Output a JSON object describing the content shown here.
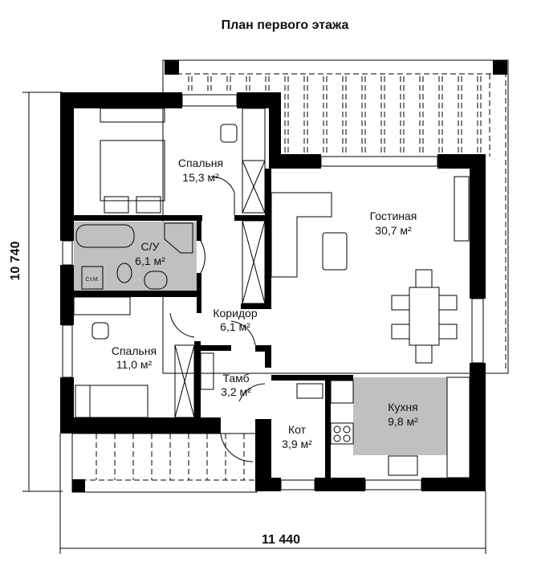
{
  "title": "План первого этажа",
  "rooms": [
    {
      "name": "Спальня",
      "area": "15,3 м²"
    },
    {
      "name": "С/У",
      "area": "6,1 м²"
    },
    {
      "name": "Гостиная",
      "area": "30,7 м²"
    },
    {
      "name": "Коридор",
      "area": "6,1 м²"
    },
    {
      "name": "Спальня",
      "area": "11,0 м²"
    },
    {
      "name": "Тамб",
      "area": "3,2 м²"
    },
    {
      "name": "Кот",
      "area": "3,9 м²"
    },
    {
      "name": "Кухня",
      "area": "9,8 м²"
    }
  ],
  "washer_label": "Ст.М.",
  "dimensions": {
    "height": "10 740",
    "width": "11 440"
  },
  "colors": {
    "wall": "#000000",
    "wet_zone": "#c0c0c0"
  }
}
